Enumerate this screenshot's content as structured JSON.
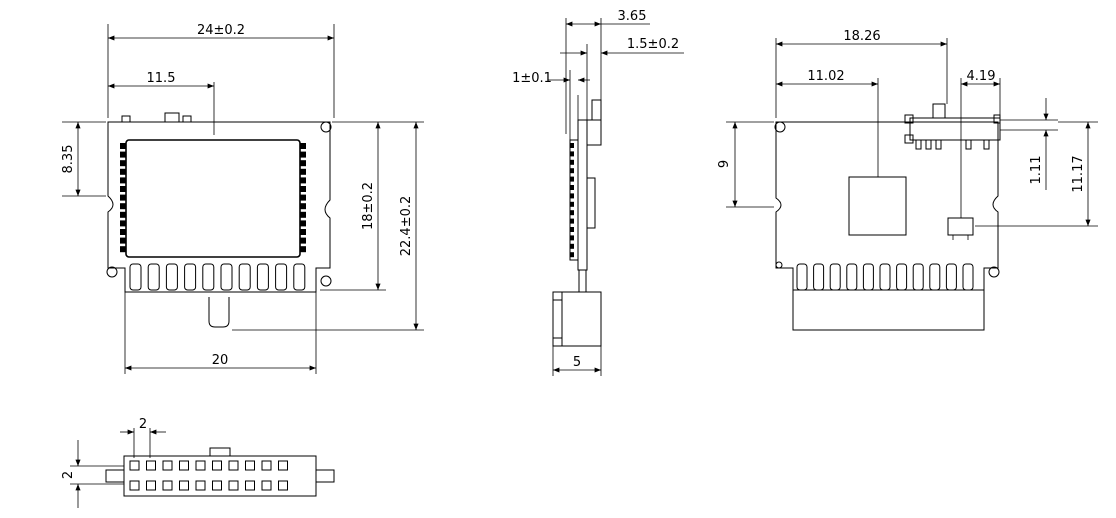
{
  "front_view": {
    "width_dim": "24±0.2",
    "offset_dim": "11.5",
    "pin_span_dim": "20",
    "left_height_dim": "8.35",
    "body_height_dim": "18±0.2",
    "total_height_dim": "22.4±0.2"
  },
  "side_view": {
    "top_dim": "3.65",
    "thickness_dim": "1.5±0.2",
    "pcb_dim": "1±0.1",
    "connector_depth_dim": "5"
  },
  "back_view": {
    "width_dim": "18.26",
    "center_dim": "11.02",
    "small_dim": "4.19",
    "left_height_dim": "9",
    "dim_111": "1.11",
    "dim_1117": "11.17"
  },
  "connector_view": {
    "pitch_dim": "2",
    "row_spacing_dim": "2"
  },
  "colors": {
    "line": "#000000",
    "background": "#ffffff"
  }
}
